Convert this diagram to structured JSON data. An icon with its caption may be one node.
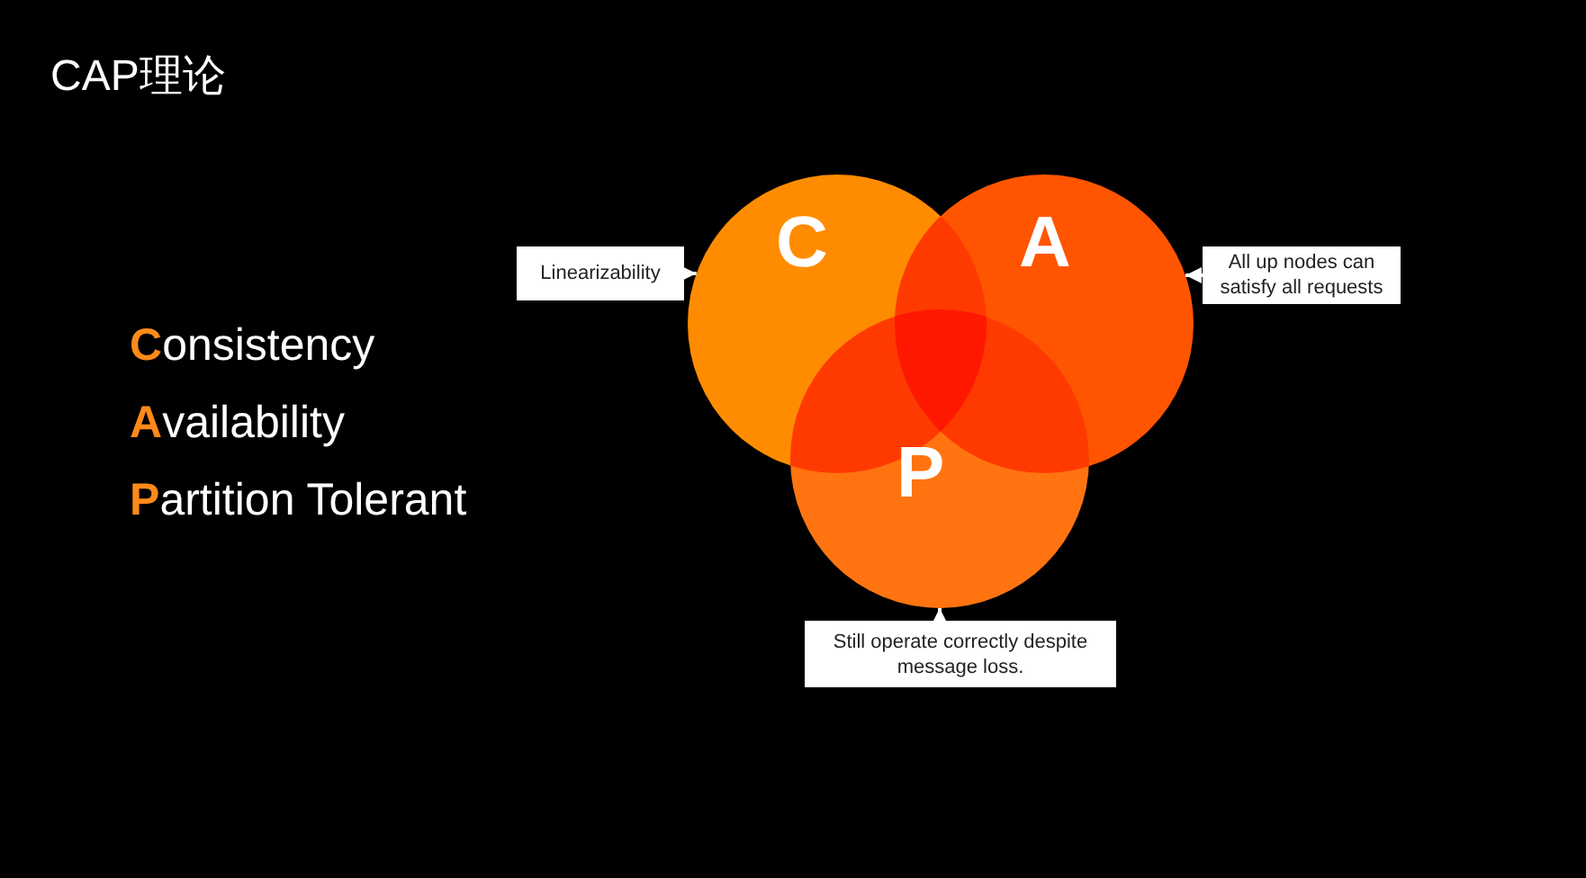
{
  "diagram": {
    "title": "CAP理论",
    "nodes": [
      {
        "text": [
          "Linearizability"
        ]
      },
      {
        "text": [
          "C"
        ]
      },
      {
        "text": [
          "A"
        ]
      },
      {
        "text": [
          "All up nodes can satisfy all requests"
        ]
      },
      {
        "text": [
          "P"
        ]
      },
      {
        "text": [
          "Still operate correctly despite message loss."
        ]
      }
    ],
    "edges": [
      {
        "from": 0,
        "to": 1,
        "arrow": "to"
      },
      {
        "from": 3,
        "to": 2,
        "arrow": "to"
      },
      {
        "from": 5,
        "to": 4,
        "arrow": "to"
      }
    ],
    "labels": [
      "Consistency",
      "Availability",
      "Partition Tolerant"
    ]
  }
}
